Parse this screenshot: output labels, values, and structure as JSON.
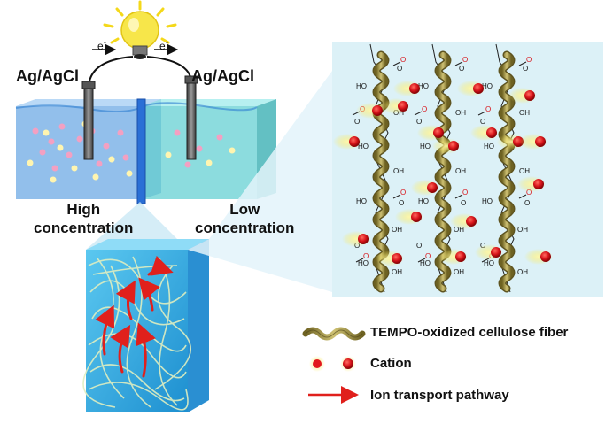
{
  "electrodes": {
    "left": "Ag/AgCl",
    "right": "Ag/AgCl"
  },
  "electron": {
    "base": "e",
    "sup": "-"
  },
  "concentration": {
    "high": [
      "High",
      "concentration"
    ],
    "low": [
      "Low",
      "concentration"
    ]
  },
  "legend": {
    "fiber": "TEMPO-oxidized cellulose fiber",
    "cation": "Cation",
    "pathway": "Ion transport pathway"
  },
  "molecule_labels": {
    "hydroxyl": "HO",
    "hydroxyl_r": "OH",
    "oxygen": "O"
  },
  "colors": {
    "water_left": "#7fb4e8",
    "water_right": "#6fd3d6",
    "panel_bg": "#dcf1f7",
    "fiber": "#a89a45",
    "cation": "#d8141a",
    "arrow": "#e0201c",
    "bulb": "#f7e64a"
  }
}
